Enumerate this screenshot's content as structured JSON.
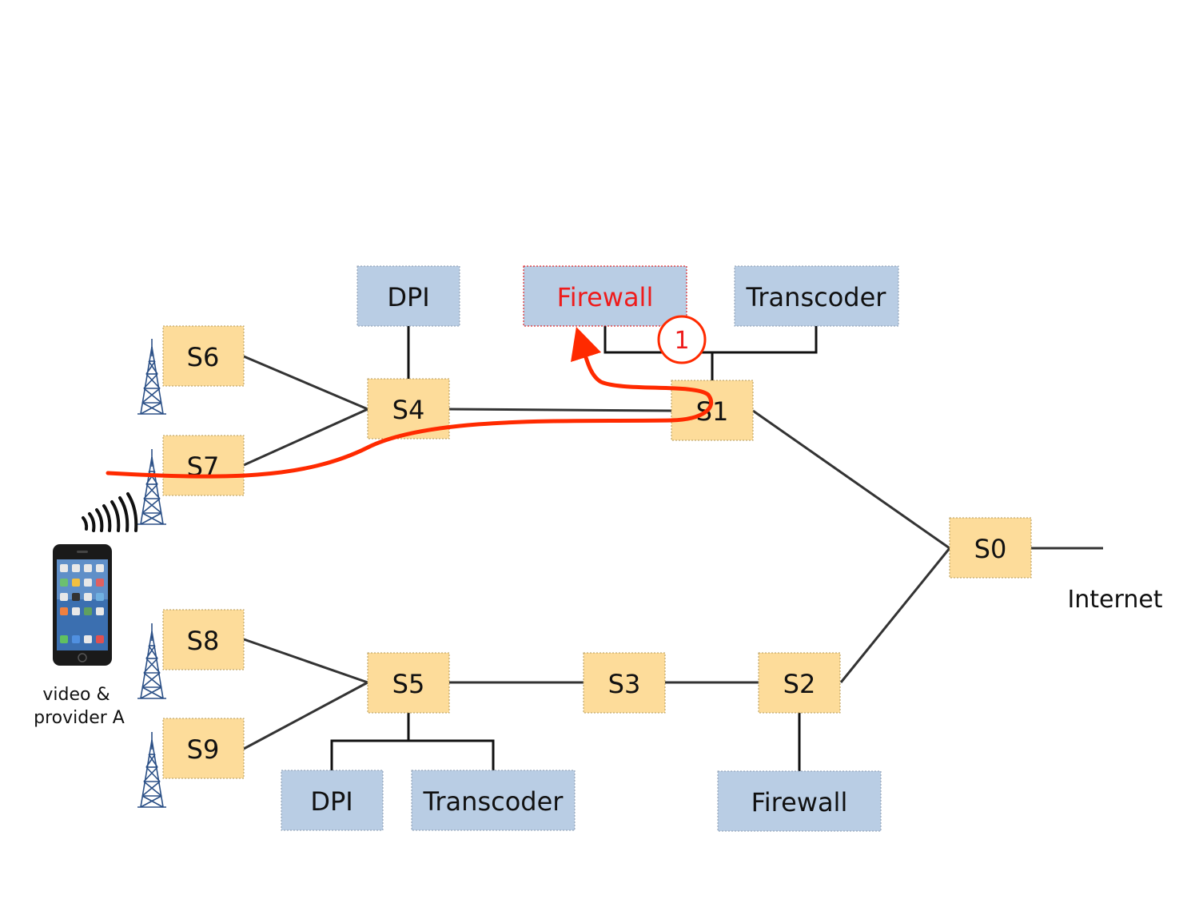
{
  "switches": {
    "s0": "S0",
    "s1": "S1",
    "s2": "S2",
    "s3": "S3",
    "s4": "S4",
    "s5": "S5",
    "s6": "S6",
    "s7": "S7",
    "s8": "S8",
    "s9": "S9"
  },
  "middleboxes": {
    "dpi_top": "DPI",
    "firewall_top": "Firewall",
    "transcoder_top": "Transcoder",
    "dpi_bottom": "DPI",
    "transcoder_bottom": "Transcoder",
    "firewall_bottom": "Firewall"
  },
  "internet_label": "Internet",
  "device_label": [
    "video &",
    "provider A"
  ],
  "step_marker": "1",
  "colors": {
    "switch": "#fddc9a",
    "middlebox": "#b9cde4",
    "path": "#ff2a00",
    "highlight_text": "#ee1c1c",
    "tower": "#2a4f86"
  },
  "icons": [
    "cell-tower-icon",
    "phone-icon",
    "wireless-signal-icon"
  ]
}
